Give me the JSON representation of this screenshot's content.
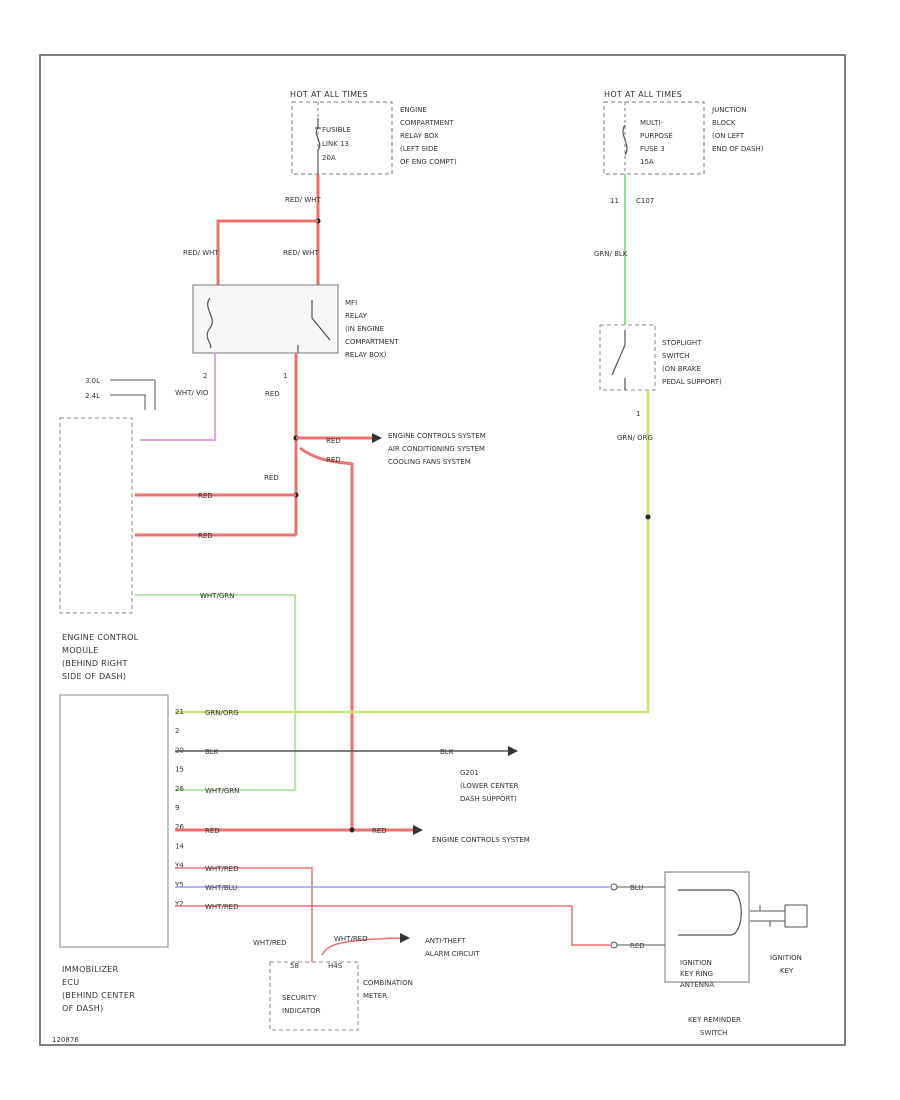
{
  "diagram": {
    "hot_labels": [
      "HOT AT ALL TIMES",
      "HOT AT ALL TIMES"
    ],
    "engine_relay_box": [
      "ENGINE",
      "COMPARTMENT",
      "RELAY BOX",
      "(LEFT SIDE",
      "OF ENG COMPT)"
    ],
    "fusible_link": [
      "FUSIBLE",
      "LINK 13",
      "20A"
    ],
    "junction_block": [
      "JUNCTION",
      "BLOCK",
      "(ON LEFT",
      "END OF DASH)"
    ],
    "multi_fuse": [
      "MULTI-",
      "PURPOSE",
      "FUSE 3",
      "15A"
    ],
    "mfi_relay": [
      "MFI",
      "RELAY",
      "(IN ENGINE",
      "COMPARTMENT",
      "RELAY BOX)"
    ],
    "stoplight_switch": [
      "STOPLIGHT",
      "SWITCH",
      "(ON BRAKE",
      "PEDAL SUPPORT)"
    ],
    "engine_systems": [
      "ENGINE CONTROLS SYSTEM",
      "AIR CONDITIONING SYSTEM",
      "COOLING FANS SYSTEM"
    ],
    "ecm": [
      "ENGINE CONTROL",
      "MODULE",
      "(BEHIND RIGHT",
      "SIDE OF DASH)"
    ],
    "immobilizer": [
      "IMMOBILIZER",
      "ECU",
      "(BEHIND CENTER",
      "OF DASH)"
    ],
    "ground": [
      "G201",
      "(LOWER CENTER",
      "DASH SUPPORT)"
    ],
    "engine_controls_bottom": "ENGINE CONTROLS SYSTEM",
    "anti_theft": [
      "ANTI-THEFT",
      "ALARM CIRCUIT"
    ],
    "combination_meter": [
      "COMBINATION",
      "METER"
    ],
    "security_indicator": [
      "SECURITY",
      "INDICATOR"
    ],
    "ignition_key_ring": [
      "IGNITION",
      "KEY RING",
      "ANTENNA"
    ],
    "key_reminder_switch": [
      "KEY REMINDER",
      "SWITCH"
    ],
    "ignition_key": [
      "IGNITION",
      "KEY"
    ],
    "engine_variants": [
      "3.0L",
      "2.4L"
    ],
    "wires": {
      "red_wht": "RED/ WHT",
      "red": "RED",
      "grn_blk": "GRN/ BLK",
      "grn_org": "GRN/ ORG",
      "wht_vio": "WHT/ VIO",
      "wht_grn": "WHT/GRN",
      "grn_org_h": "GRN/ORG",
      "blk": "BLK",
      "wht_red": "WHT/RED",
      "wht_blu": "WHT/BLU",
      "blu": "BLU",
      "red_h": "RED"
    },
    "connectors": {
      "c107": "C107",
      "pin_11": "11",
      "pin_1": "1",
      "pin_2": "2",
      "pin_1b": "1"
    },
    "immobilizer_pins": [
      "21",
      "2",
      "20",
      "15",
      "26",
      "9",
      "26",
      "14",
      "Y4",
      "Y5",
      "Y2"
    ],
    "meter_pins": [
      "58",
      "H4S"
    ],
    "diagram_code": "120876"
  }
}
